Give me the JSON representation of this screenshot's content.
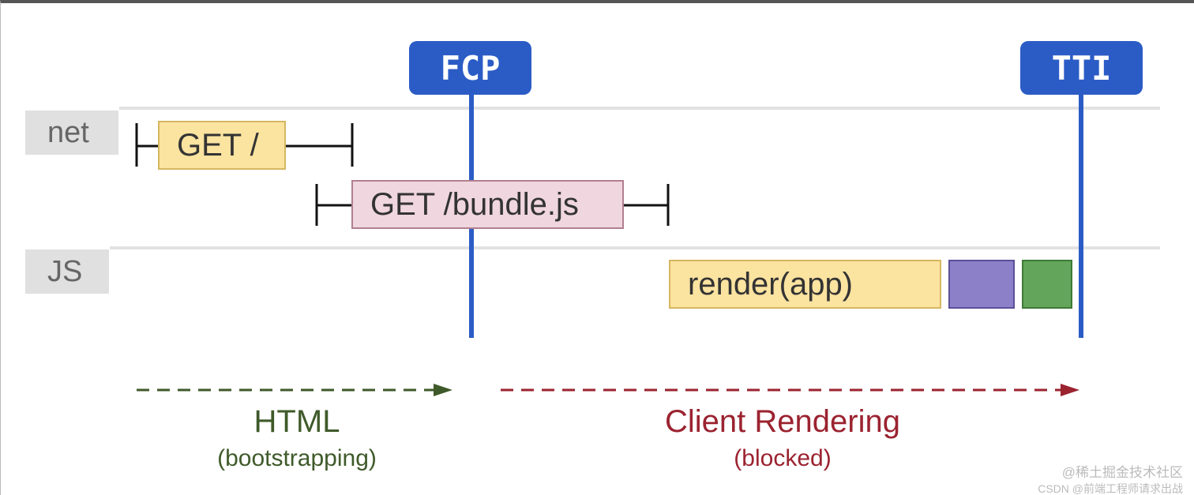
{
  "lanes": {
    "net": "net",
    "js": "JS"
  },
  "markers": {
    "fcp": "FCP",
    "tti": "TTI"
  },
  "net_requests": [
    {
      "label": "GET /",
      "fill": "#fbe3a0",
      "border": "#d6b661"
    },
    {
      "label": "GET /bundle.js",
      "fill": "#f0d6df",
      "border": "#b27f8e"
    }
  ],
  "js_tasks": [
    {
      "label": "render(app)",
      "fill": "#fbe3a0",
      "border": "#d6b661"
    },
    {
      "label": "",
      "fill": "#8c80c8",
      "border": "#5b4f9a"
    },
    {
      "label": "",
      "fill": "#64a55c",
      "border": "#3d7a37"
    }
  ],
  "phases": [
    {
      "title": "HTML",
      "subtitle": "(bootstrapping)",
      "color": "#3f5a2a"
    },
    {
      "title": "Client Rendering",
      "subtitle": "(blocked)",
      "color": "#9b2330"
    }
  ],
  "colors": {
    "marker": "#2b5cc6",
    "divider": "#e2e2e2"
  },
  "watermark": [
    "@稀土掘金技术社区",
    "CSDN @前端工程师请求出战"
  ]
}
